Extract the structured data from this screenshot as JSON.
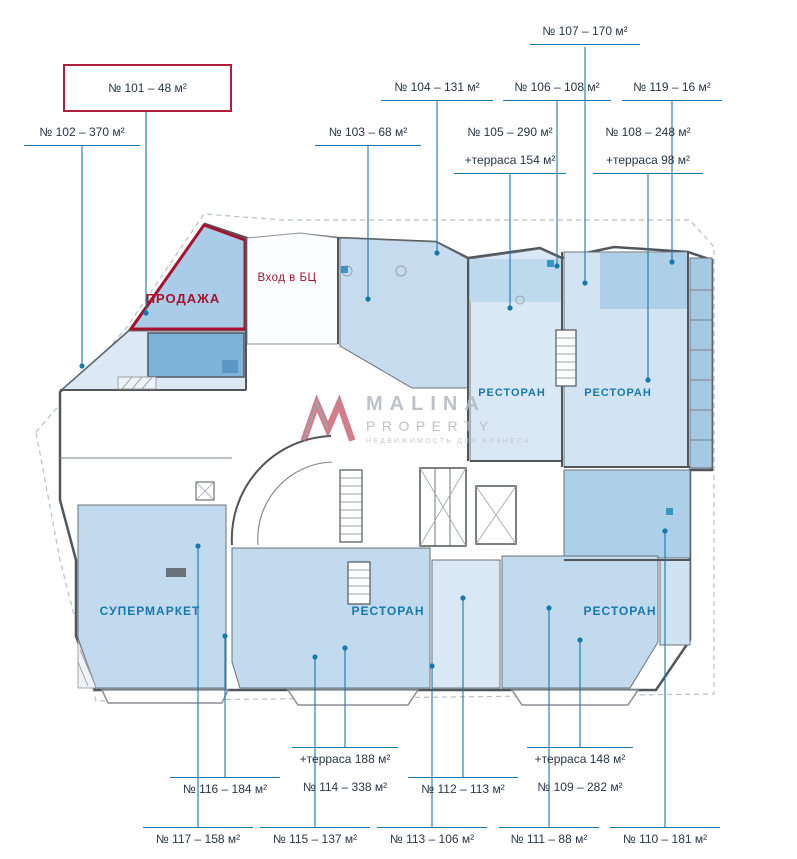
{
  "callouts": {
    "c101": {
      "text": "№ 101 – 48 м²"
    },
    "c102": {
      "text": "№ 102 – 370 м²"
    },
    "c103": {
      "text": "№ 103 – 68 м²"
    },
    "c104": {
      "text": "№ 104 – 131 м²"
    },
    "c105": {
      "text": "№ 105 – 290 м²",
      "extra": "+терраса 154 м²"
    },
    "c106": {
      "text": "№ 106 – 108 м²"
    },
    "c107": {
      "text": "№ 107 – 170 м²"
    },
    "c108": {
      "text": "№ 108 – 248 м²",
      "extra": "+терраса 98 м²"
    },
    "c119": {
      "text": "№ 119 – 16 м²"
    },
    "c109": {
      "text": "№ 109 – 282 м²",
      "extra": "+терраса 148 м²"
    },
    "c110": {
      "text": "№ 110 – 181 м²"
    },
    "c111": {
      "text": "№ 111 – 88 м²"
    },
    "c112": {
      "text": "№ 112 – 113 м²"
    },
    "c113": {
      "text": "№ 113 – 106 м²"
    },
    "c114": {
      "text": "№ 114 – 338 м²",
      "extra": "+терраса 188 м²"
    },
    "c115": {
      "text": "№ 115 – 137 м²"
    },
    "c116": {
      "text": "№ 116 – 184 м²"
    },
    "c117": {
      "text": "№ 117 – 158 м²"
    }
  },
  "plan_labels": {
    "sale": "ПРОДАЖА",
    "entrance": "Вход в БЦ",
    "restaurant": "РЕСТОРАН",
    "supermarket": "СУПЕРМАРКЕТ"
  },
  "watermark": {
    "brand": "MALINA",
    "brand2": "PROPERTY",
    "tagline": "НЕДВИЖИМОСТЬ ДЛЯ БИЗНЕСА"
  },
  "colors": {
    "accent_blue": "#1779ab",
    "leader_line": "#1779ab",
    "sale_red": "#a6132f",
    "callout_box_red": "#b01e3e",
    "room_light": "#d9e8f4",
    "room_mid": "#bfd9ec",
    "room_dark": "#7db2d9",
    "wall": "#50565c"
  }
}
